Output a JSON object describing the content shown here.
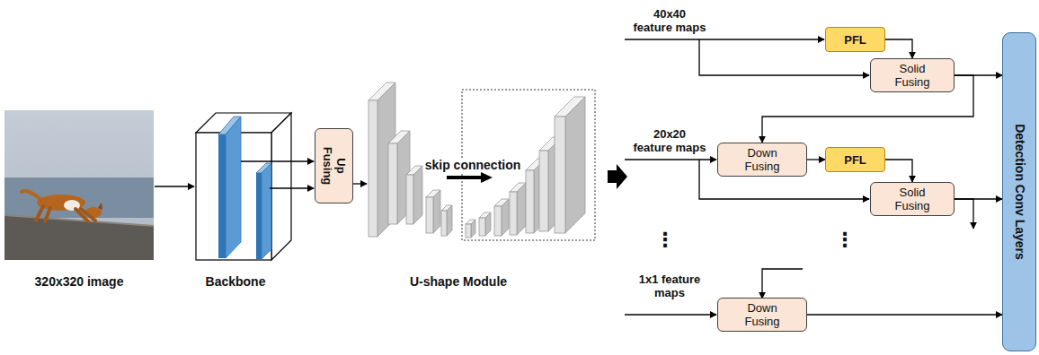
{
  "diagram": {
    "nodes": [
      {
        "text": [
          "Up Fusing"
        ]
      },
      {
        "text": [
          "PFL"
        ]
      },
      {
        "text": [
          "Solid Fusing"
        ]
      },
      {
        "text": [
          "Down Fusing"
        ]
      },
      {
        "text": [
          "PFL"
        ]
      },
      {
        "text": [
          "Solid Fusing"
        ]
      },
      {
        "text": [
          "Down Fusing"
        ]
      },
      {
        "text": [
          "Detection Conv Layers"
        ]
      }
    ],
    "edges": [
      {
        "from": 1,
        "to": 2,
        "arrow": "to"
      },
      {
        "from": 2,
        "to": 7,
        "arrow": "to"
      },
      {
        "from": 2,
        "to": 3,
        "arrow": "to"
      },
      {
        "from": 3,
        "to": 4,
        "arrow": "to"
      },
      {
        "from": 4,
        "to": 5,
        "arrow": "to"
      },
      {
        "from": 5,
        "to": 7,
        "arrow": "to"
      },
      {
        "from": 6,
        "to": 7,
        "arrow": "to"
      }
    ],
    "labels": [
      "320x320 image",
      "Backbone",
      "U-shape Module",
      "skip connection",
      "40x40 feature maps",
      "20x20 feature maps",
      "⋮",
      "⋮",
      "1x1 feature maps"
    ]
  }
}
